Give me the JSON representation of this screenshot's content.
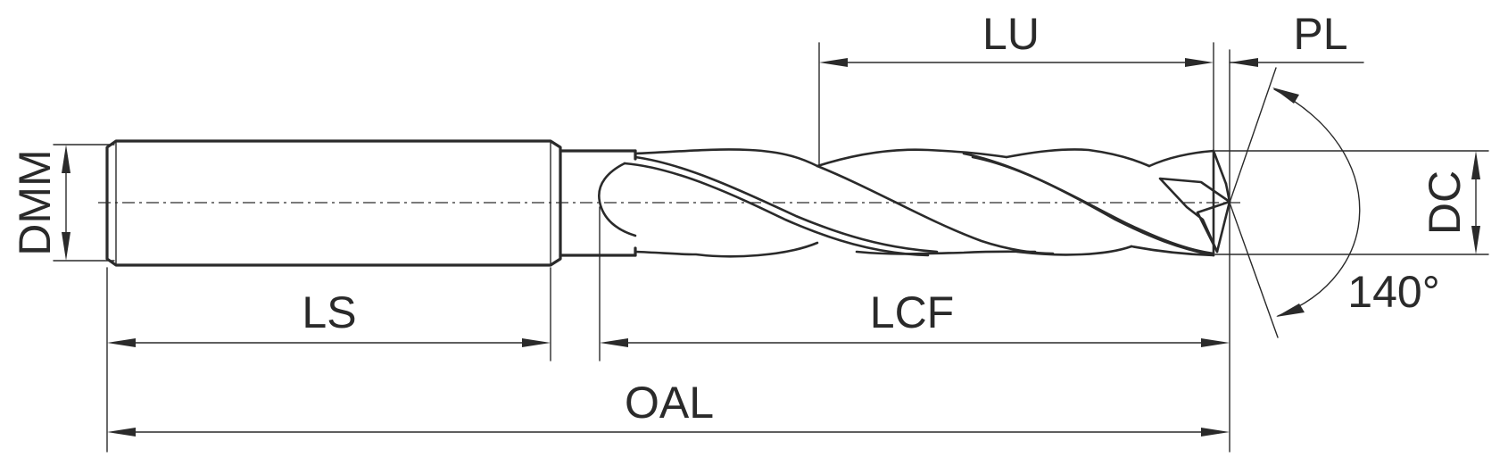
{
  "colors": {
    "line": "#2a2a2a",
    "background": "#ffffff"
  },
  "labels": {
    "lu": "LU",
    "pl": "PL",
    "dmm": "DMM",
    "dc": "DC",
    "ls": "LS",
    "lcf": "LCF",
    "oal": "OAL",
    "angle": "140°"
  }
}
